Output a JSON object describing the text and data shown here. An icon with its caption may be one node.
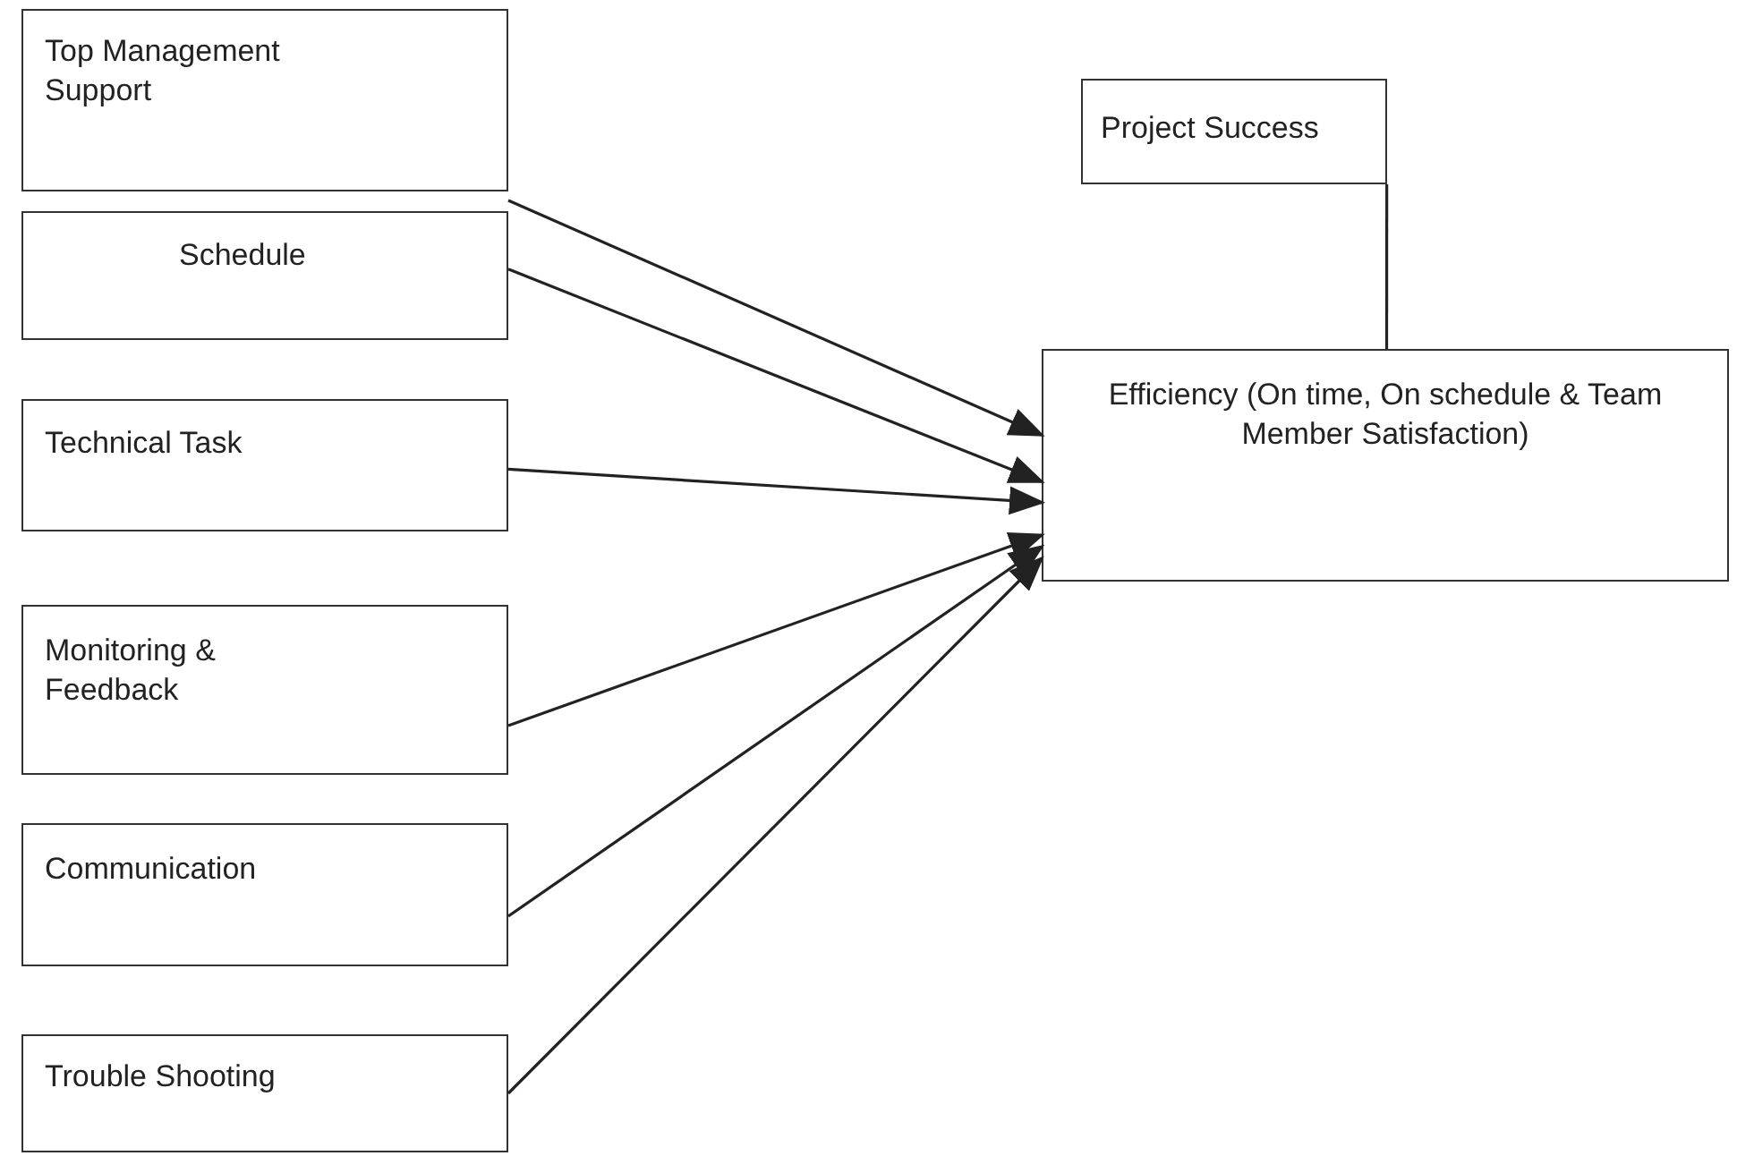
{
  "diagram": {
    "nodes": [
      {
        "text": [
          "Top Management Support"
        ]
      },
      {
        "text": [
          "Schedule"
        ]
      },
      {
        "text": [
          "Technical Task"
        ]
      },
      {
        "text": [
          "Monitoring & Feedback"
        ]
      },
      {
        "text": [
          "Communication"
        ]
      },
      {
        "text": [
          "Trouble Shooting"
        ]
      },
      {
        "text": [
          "Project Success"
        ]
      },
      {
        "text": [
          "Efficiency (On time, On schedule & Team Member Satisfaction)"
        ]
      }
    ],
    "edges": [
      {
        "from": 0,
        "to": 7,
        "arrow": "to"
      },
      {
        "from": 1,
        "to": 7,
        "arrow": "to"
      },
      {
        "from": 2,
        "to": 7,
        "arrow": "to"
      },
      {
        "from": 3,
        "to": 7,
        "arrow": "to"
      },
      {
        "from": 4,
        "to": 7,
        "arrow": "to"
      },
      {
        "from": 5,
        "to": 7,
        "arrow": "to"
      },
      {
        "from": 6,
        "to": 7,
        "arrow": "none"
      }
    ]
  }
}
